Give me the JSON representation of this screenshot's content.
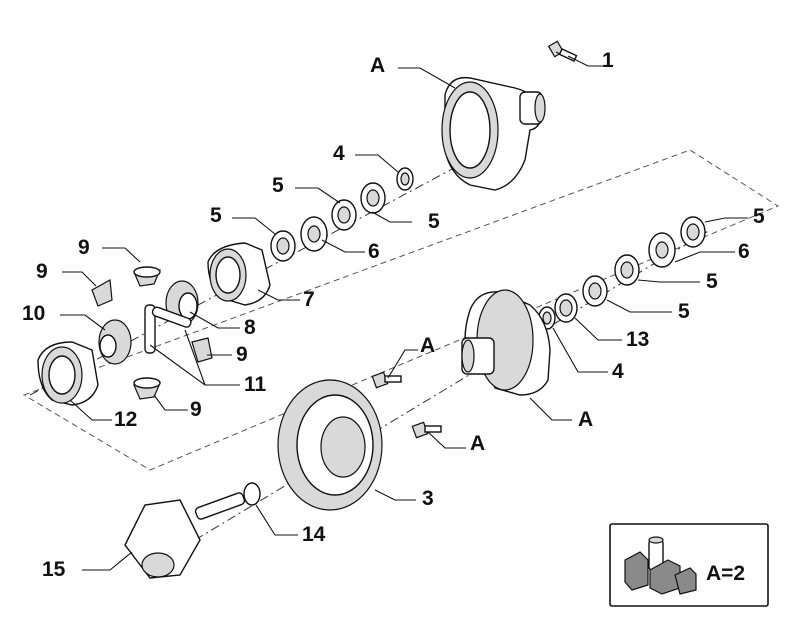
{
  "callouts": {
    "c1": "1",
    "cA_top": "A",
    "c4_top": "4",
    "c5_a": "5",
    "c5_b": "5",
    "c5_c": "5",
    "c6_left": "6",
    "c7": "7",
    "c8": "8",
    "c9_a": "9",
    "c9_b": "9",
    "c9_c": "9",
    "c9_d": "9",
    "c10": "10",
    "c11": "11",
    "c12": "12",
    "c5_r1": "5",
    "c6_right": "6",
    "c5_r2": "5",
    "c5_r3": "5",
    "c13": "13",
    "c4_right": "4",
    "cA_right": "A",
    "cA_mid": "A",
    "cA_bolt": "A",
    "c3": "3",
    "c14": "14",
    "c15": "15"
  },
  "legend": {
    "text": "A=2"
  }
}
